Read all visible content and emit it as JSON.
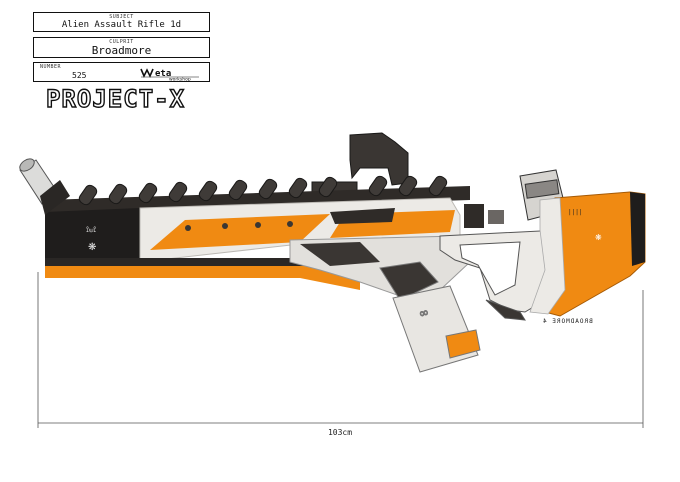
{
  "header": {
    "subject_caption": "SUBJECT",
    "subject": "Alien Assault Rifle 1d",
    "culprit_caption": "CULPRIT",
    "culprit": "Broadmore",
    "number_caption": "NUMBER",
    "number": "525",
    "logo_text": "weta",
    "logo_sub": "workshop"
  },
  "title": "PROJECT-X",
  "dimension": "103cm",
  "maker_mark": "BROADMORE 4",
  "colors": {
    "orange": "#f08a12",
    "white_body": "#eceae6",
    "dark": "#2f2b28",
    "black": "#1a1918"
  }
}
